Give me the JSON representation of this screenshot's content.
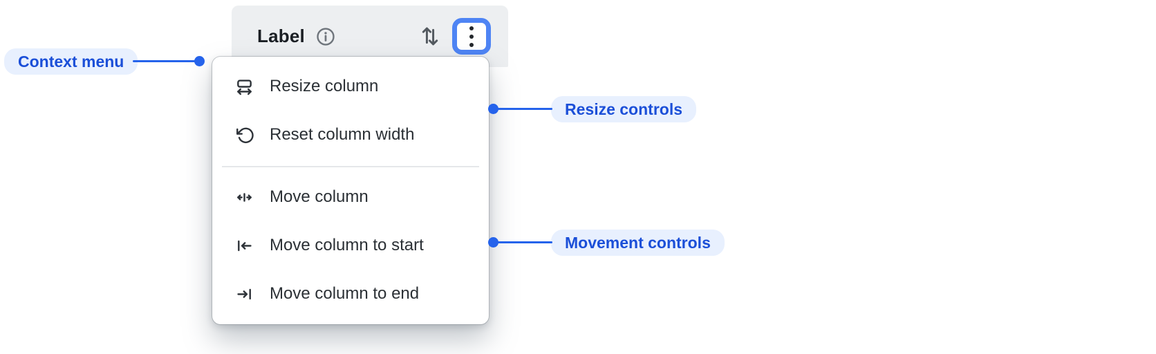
{
  "table_header": {
    "label": "Label",
    "info_icon": "info-icon",
    "sort_icon": "sort-arrows-icon",
    "menu_button_icon": "kebab-menu-icon"
  },
  "context_menu": {
    "resize_items": [
      {
        "label": "Resize column",
        "icon": "resize-column-icon"
      },
      {
        "label": "Reset column width",
        "icon": "rotate-ccw-icon"
      }
    ],
    "movement_items": [
      {
        "label": "Move column",
        "icon": "move-horizontal-icon"
      },
      {
        "label": "Move column to start",
        "icon": "move-to-start-icon"
      },
      {
        "label": "Move column to end",
        "icon": "move-to-end-icon"
      }
    ]
  },
  "annotations": {
    "context_menu_label": "Context menu",
    "resize_label": "Resize controls",
    "movement_label": "Movement controls"
  },
  "colors": {
    "annotation_text": "#1b4fd8",
    "annotation_bg": "#e8f0fe",
    "connector_blue": "#2563eb",
    "focus_ring_blue": "#4e84f4",
    "header_bg": "#edeff1",
    "header_text": "#1b1f24",
    "menu_bg": "#ffffff",
    "menu_text": "#2b3035"
  }
}
